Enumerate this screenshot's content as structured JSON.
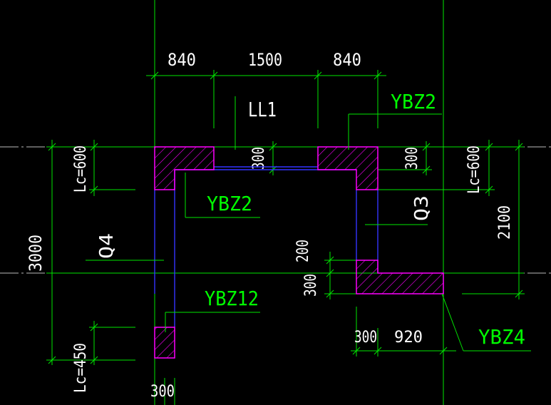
{
  "colors": {
    "background": "#000000",
    "dimension": "#00e600",
    "wall_outline": "#ff00ff",
    "wall_center": "#3333ff",
    "axis": "#c8c8c8",
    "text_white": "#ffffff",
    "text_green": "#00ff00",
    "hatch": "#ff00ff"
  },
  "dimensions": {
    "top_left": "840",
    "top_mid": "1500",
    "top_right": "840",
    "left_total": "3000",
    "lc_top_left": "Lc=600",
    "lc_bottom_left": "Lc=450",
    "lc_top_right": "Lc=600",
    "right_2100": "2100",
    "beam_300": "300",
    "right_300": "300",
    "mid_200": "200",
    "mid_300": "300",
    "bottom_300": "300",
    "bottom_920": "920",
    "bottom_left_300": "300"
  },
  "labels": {
    "ll1": "LL1",
    "ybz2_top": "YBZ2",
    "ybz2_mid": "YBZ2",
    "ybz12": "YBZ12",
    "ybz4": "YBZ4",
    "q4": "Q4",
    "q3": "Q3"
  }
}
